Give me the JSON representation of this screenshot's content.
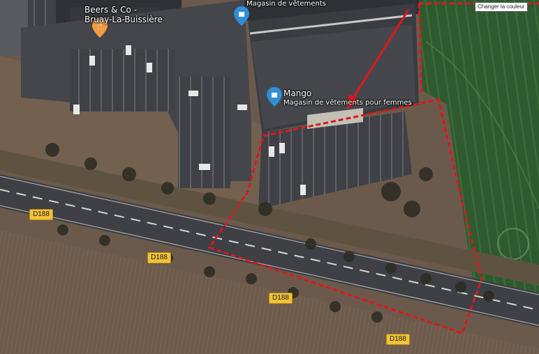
{
  "tooltip": "Changer la couleur",
  "places": {
    "beers": {
      "name": "Beers & Co -",
      "city": "Bruay-La-Buissière",
      "icon": "restaurant-icon"
    },
    "store_top": {
      "category": "Magasin de vêtements",
      "icon": "shopping-bag-icon"
    },
    "mango": {
      "name": "Mango",
      "category": "Magasin de vêtements pour femmes",
      "icon": "shopping-bag-icon"
    }
  },
  "road": {
    "code": "D188",
    "badges": [
      "D188",
      "D188",
      "D188",
      "D188"
    ]
  },
  "colors": {
    "outline": "#e0161a",
    "arrow": "#e0161a",
    "badge": "#f2c23a",
    "restaurant_pin": "#f39c3a",
    "shop_pin": "#2f8fd8"
  }
}
